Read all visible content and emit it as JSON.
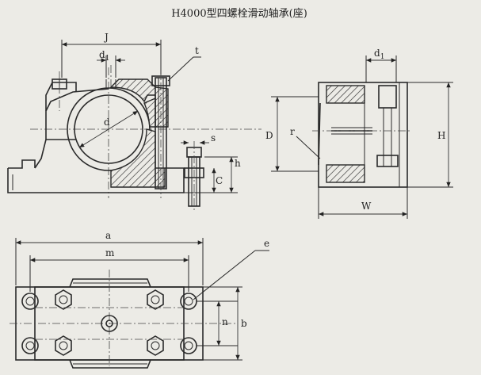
{
  "title": "H4000型四螺栓滑动轴承(座)",
  "labels": {
    "J": "J",
    "d1_front": "d",
    "d1_front_sub": "1",
    "t": "t",
    "d": "d",
    "s": "s",
    "h": "h",
    "C": "C",
    "d1_side": "d",
    "d1_side_sub": "1",
    "D": "D",
    "r": "r",
    "H": "H",
    "W": "W",
    "a": "a",
    "m": "m",
    "e": "e",
    "n": "n",
    "b": "b"
  }
}
